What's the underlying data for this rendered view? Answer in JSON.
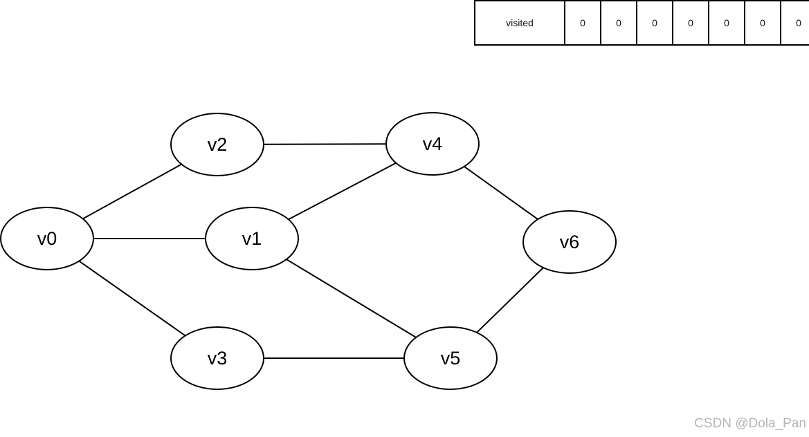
{
  "visited": {
    "label": "visited",
    "values": [
      "0",
      "0",
      "0",
      "0",
      "0",
      "0",
      "0"
    ]
  },
  "graph": {
    "nodes": [
      {
        "id": "v0",
        "label": "v0"
      },
      {
        "id": "v1",
        "label": "v1"
      },
      {
        "id": "v2",
        "label": "v2"
      },
      {
        "id": "v3",
        "label": "v3"
      },
      {
        "id": "v4",
        "label": "v4"
      },
      {
        "id": "v5",
        "label": "v5"
      },
      {
        "id": "v6",
        "label": "v6"
      }
    ],
    "edges": [
      [
        "v0",
        "v2"
      ],
      [
        "v0",
        "v1"
      ],
      [
        "v0",
        "v3"
      ],
      [
        "v2",
        "v4"
      ],
      [
        "v1",
        "v4"
      ],
      [
        "v1",
        "v5"
      ],
      [
        "v3",
        "v5"
      ],
      [
        "v4",
        "v6"
      ],
      [
        "v5",
        "v6"
      ]
    ]
  },
  "watermark": "CSDN @Dola_Pan"
}
